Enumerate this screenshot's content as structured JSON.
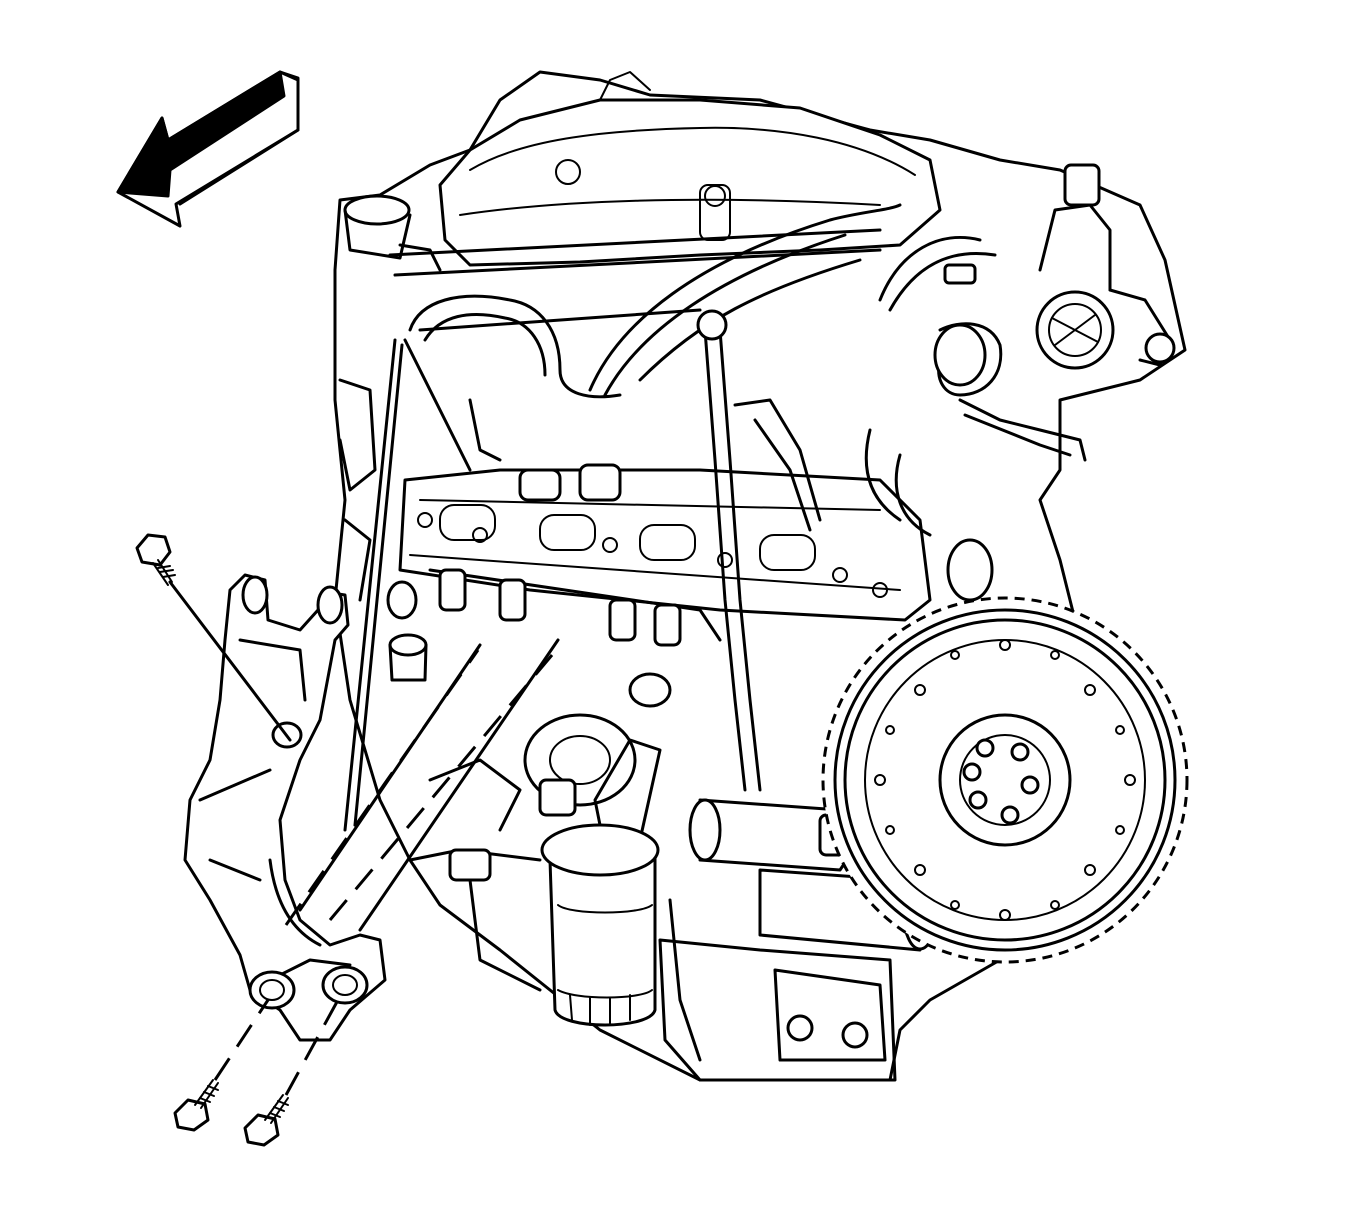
{
  "diagram": {
    "arrow_direction": "left",
    "colors": {
      "line": "#000000",
      "background": "#ffffff"
    },
    "components": [
      "engine-block",
      "intake-manifold",
      "throttle-body",
      "flywheel",
      "oil-filter",
      "mount-bracket",
      "bolt"
    ]
  }
}
